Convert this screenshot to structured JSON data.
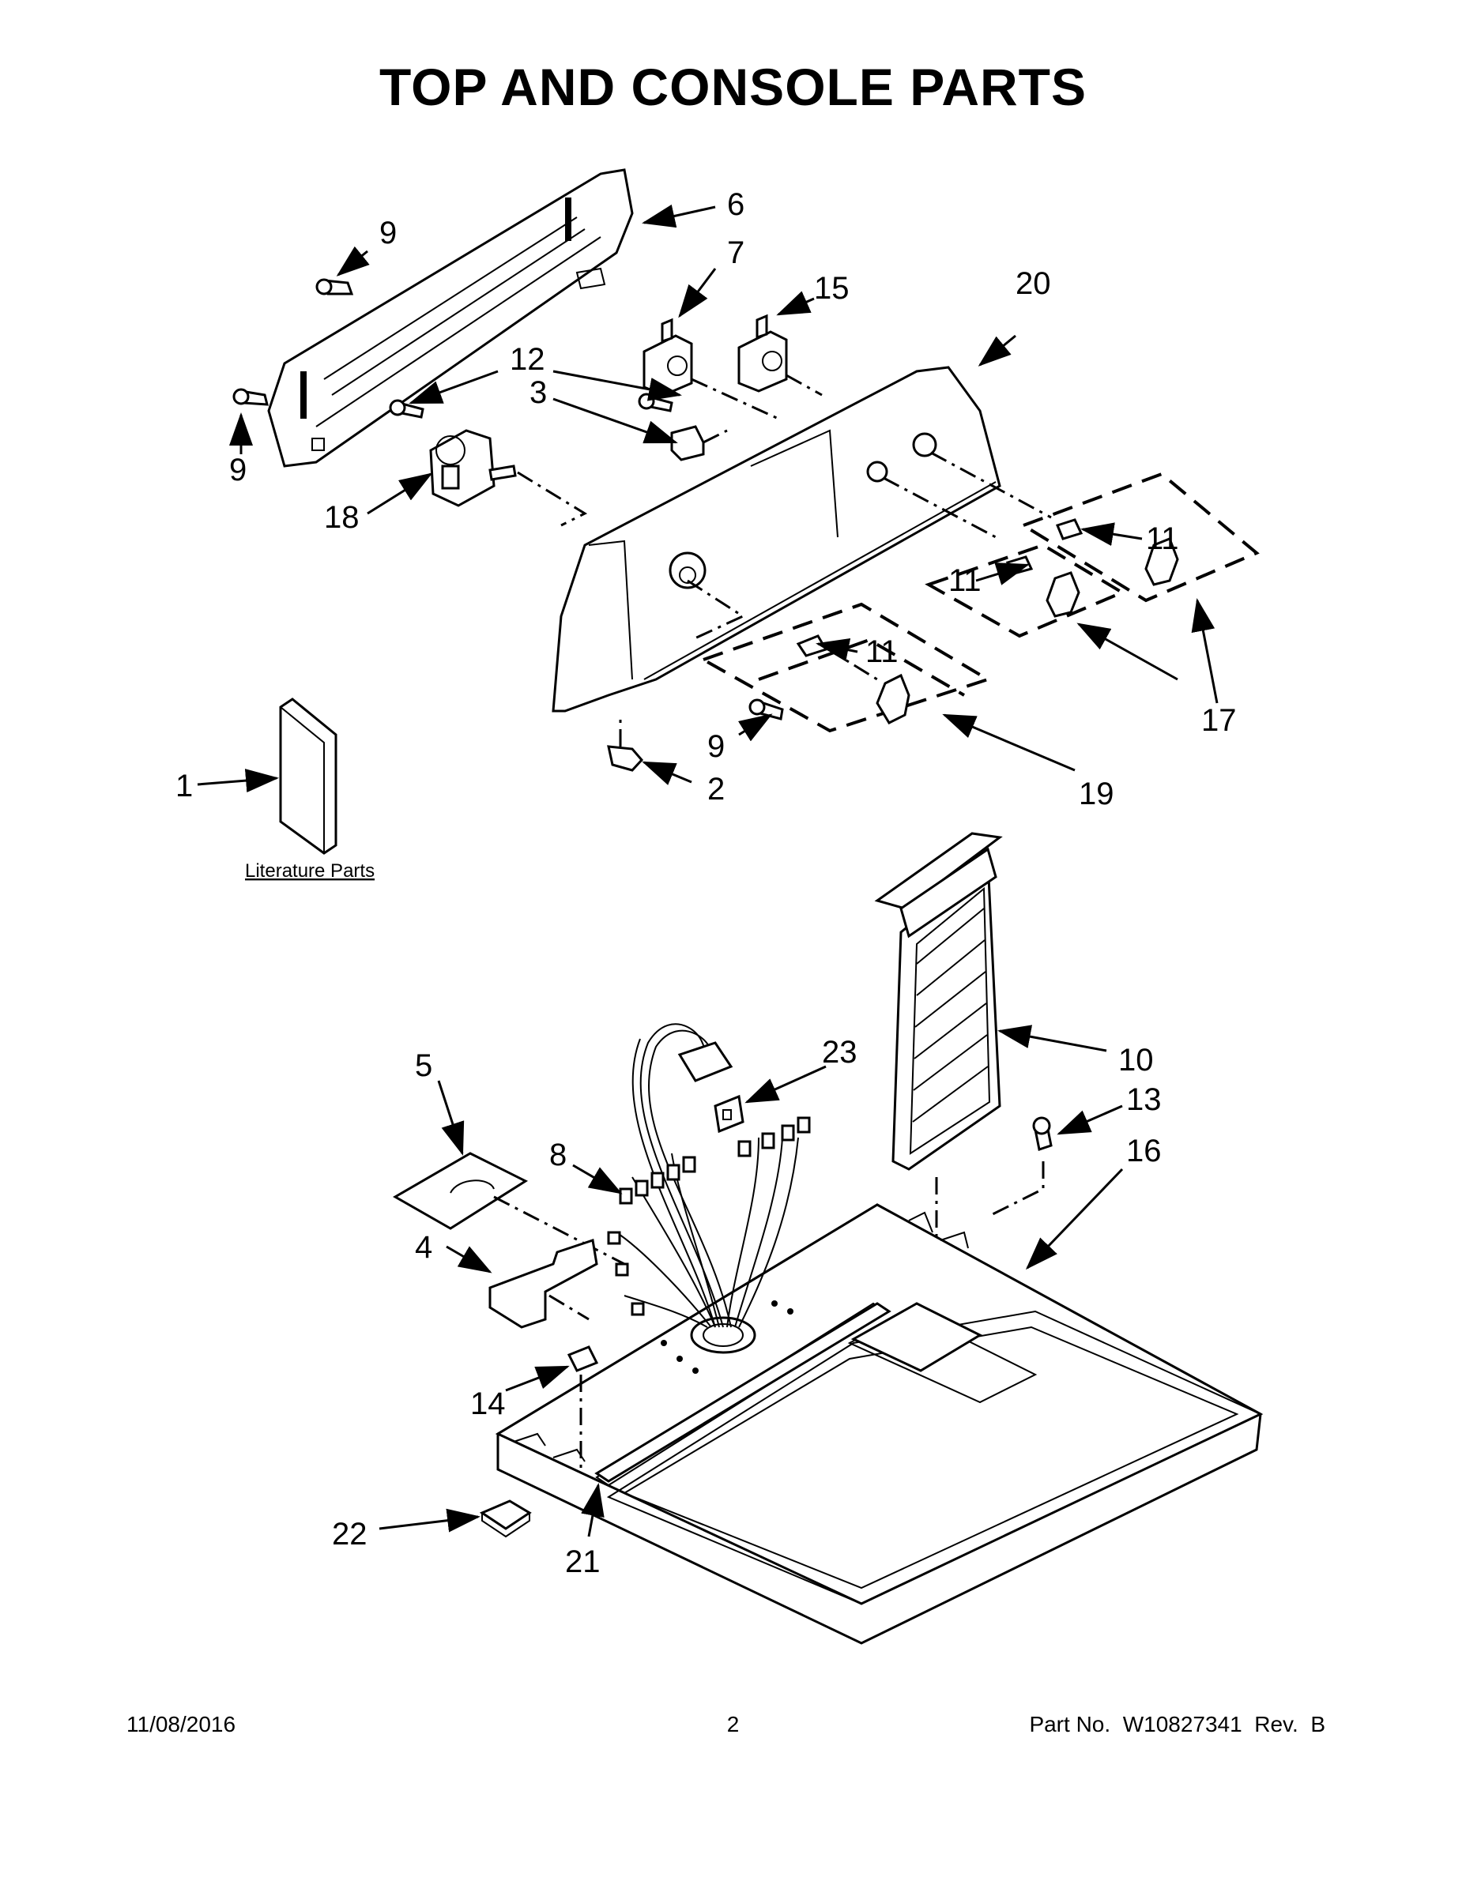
{
  "title": "TOP AND CONSOLE PARTS",
  "callouts": {
    "c1": "1",
    "c2": "2",
    "c3": "3",
    "c4": "4",
    "c5": "5",
    "c6": "6",
    "c7": "7",
    "c8": "8",
    "c9a": "9",
    "c9b": "9",
    "c9c": "9",
    "c10": "10",
    "c11a": "11",
    "c11b": "11",
    "c11c": "11",
    "c12": "12",
    "c13": "13",
    "c14": "14",
    "c15": "15",
    "c16": "16",
    "c17": "17",
    "c18": "18",
    "c19": "19",
    "c20": "20",
    "c21": "21",
    "c22": "22",
    "c23": "23"
  },
  "literature_label": "Literature Parts",
  "footer": {
    "date": "11/08/2016",
    "page": "2",
    "part_number": "Part No.  W10827341  Rev.  B"
  }
}
